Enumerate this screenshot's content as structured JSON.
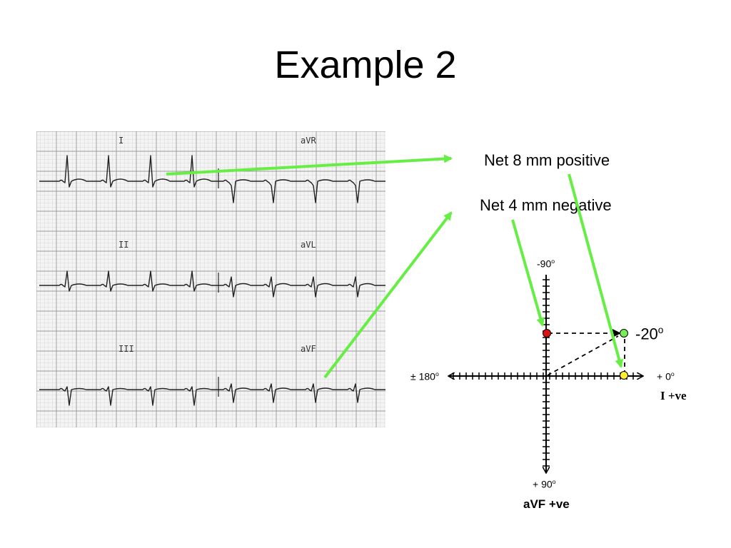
{
  "slide": {
    "title": "Example 2"
  },
  "ecg": {
    "lead_labels": [
      "I",
      "aVR",
      "II",
      "aVL",
      "III",
      "aVF"
    ]
  },
  "annotations": {
    "lead_i_result": "Net 8 mm positive",
    "avf_result": "Net 4 mm negative"
  },
  "axis_diagram": {
    "top_label": "-90",
    "right_label": "+ 0",
    "left_label": "± 180",
    "bottom_label": "+ 90",
    "degree_symbol": "o",
    "lead_i_caption": "I +ve",
    "avf_caption": "aVF +ve",
    "result_angle": "-20",
    "colors": {
      "arrow_green": "#66ee44",
      "point_red": "#dd1111",
      "point_green": "#77ee55",
      "point_yellow": "#ffee33"
    }
  }
}
